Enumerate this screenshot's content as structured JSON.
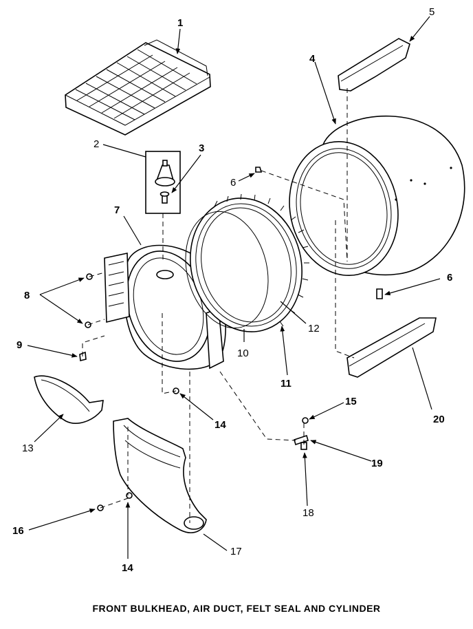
{
  "caption": "FRONT BULKHEAD, AIR DUCT, FELT SEAL AND CYLINDER",
  "callouts": {
    "c1": "1",
    "c2": "2",
    "c3": "3",
    "c4": "4",
    "c5": "5",
    "c6a": "6",
    "c6b": "6",
    "c7": "7",
    "c8": "8",
    "c9": "9",
    "c10": "10",
    "c11": "11",
    "c12": "12",
    "c13": "13",
    "c14a": "14",
    "c14b": "14",
    "c15": "15",
    "c16": "16",
    "c17": "17",
    "c18": "18",
    "c19": "19",
    "c20": "20"
  }
}
